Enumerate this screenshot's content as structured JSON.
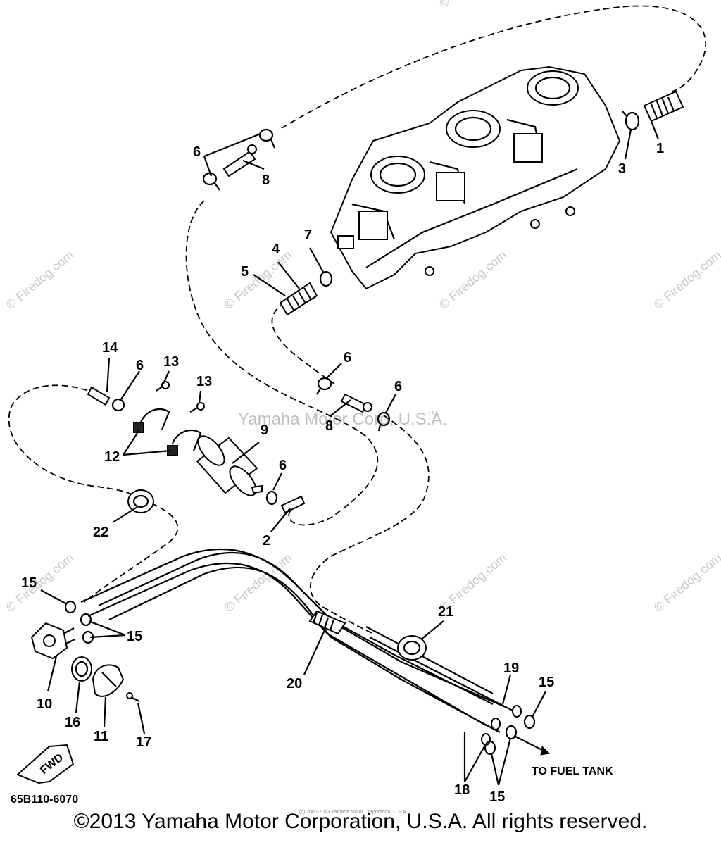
{
  "diagram": {
    "part_numbers": {
      "p1": "1",
      "p2": "2",
      "p3": "3",
      "p4": "4",
      "p5": "5",
      "p6a": "6",
      "p6b": "6",
      "p6c": "6",
      "p6d": "6",
      "p6e": "6",
      "p7": "7",
      "p8a": "8",
      "p8b": "8",
      "p9": "9",
      "p10": "10",
      "p11": "11",
      "p12": "12",
      "p13a": "13",
      "p13b": "13",
      "p14": "14",
      "p15a": "15",
      "p15b": "15",
      "p15c": "15",
      "p15d": "15",
      "p16": "16",
      "p17": "17",
      "p18": "18",
      "p19": "19",
      "p20": "20",
      "p21": "21",
      "p22": "22"
    },
    "to_fuel_tank": "TO FUEL TANK",
    "fwd": "FWD",
    "diagram_code": "65B110-6070",
    "center_watermark": "Yamaha Motor Corp, U.S.A.",
    "tm": "TM",
    "small_copyright": "(c) 2000-2013 Yamaha Motor Corporation, U.S.A.",
    "watermarks": {
      "w1": "© Firedog.com",
      "w2": "© Firedog.com",
      "w3": "© Firedog.com",
      "w4": "© Firedog.com",
      "w5": "© Firedog.com",
      "w6": "© Firedog.com",
      "w7": "© Firedog.com",
      "w8": "© Firedog.com",
      "w9": "© Firedog.com"
    }
  },
  "footer": {
    "copyright": "©2013 Yamaha Motor Corporation, U.S.A. All rights reserved."
  }
}
